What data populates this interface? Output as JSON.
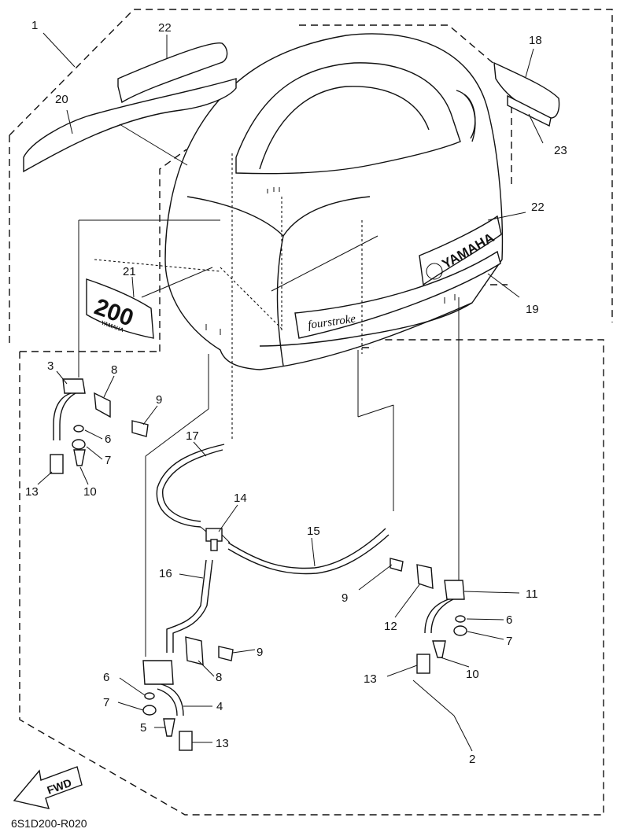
{
  "diagram": {
    "drawing_code": "6S1D200-R020",
    "fwd_label": "FWD",
    "decals": {
      "brand": "YAMAHA",
      "stroke_text": "fourstroke",
      "model_number": "200"
    },
    "callouts": [
      {
        "id": "c1",
        "label": "1"
      },
      {
        "id": "c2",
        "label": "2"
      },
      {
        "id": "c3",
        "label": "3"
      },
      {
        "id": "c4",
        "label": "4"
      },
      {
        "id": "c5",
        "label": "5"
      },
      {
        "id": "c6a",
        "label": "6"
      },
      {
        "id": "c6b",
        "label": "6"
      },
      {
        "id": "c6c",
        "label": "6"
      },
      {
        "id": "c7a",
        "label": "7"
      },
      {
        "id": "c7b",
        "label": "7"
      },
      {
        "id": "c7c",
        "label": "7"
      },
      {
        "id": "c8a",
        "label": "8"
      },
      {
        "id": "c8b",
        "label": "8"
      },
      {
        "id": "c9a",
        "label": "9"
      },
      {
        "id": "c9b",
        "label": "9"
      },
      {
        "id": "c9c",
        "label": "9"
      },
      {
        "id": "c10a",
        "label": "10"
      },
      {
        "id": "c10b",
        "label": "10"
      },
      {
        "id": "c11",
        "label": "11"
      },
      {
        "id": "c12",
        "label": "12"
      },
      {
        "id": "c13a",
        "label": "13"
      },
      {
        "id": "c13b",
        "label": "13"
      },
      {
        "id": "c13c",
        "label": "13"
      },
      {
        "id": "c14",
        "label": "14"
      },
      {
        "id": "c15",
        "label": "15"
      },
      {
        "id": "c16",
        "label": "16"
      },
      {
        "id": "c17",
        "label": "17"
      },
      {
        "id": "c18",
        "label": "18"
      },
      {
        "id": "c19",
        "label": "19"
      },
      {
        "id": "c20",
        "label": "20"
      },
      {
        "id": "c21",
        "label": "21"
      },
      {
        "id": "c22a",
        "label": "22"
      },
      {
        "id": "c22b",
        "label": "22"
      },
      {
        "id": "c23",
        "label": "23"
      }
    ]
  }
}
